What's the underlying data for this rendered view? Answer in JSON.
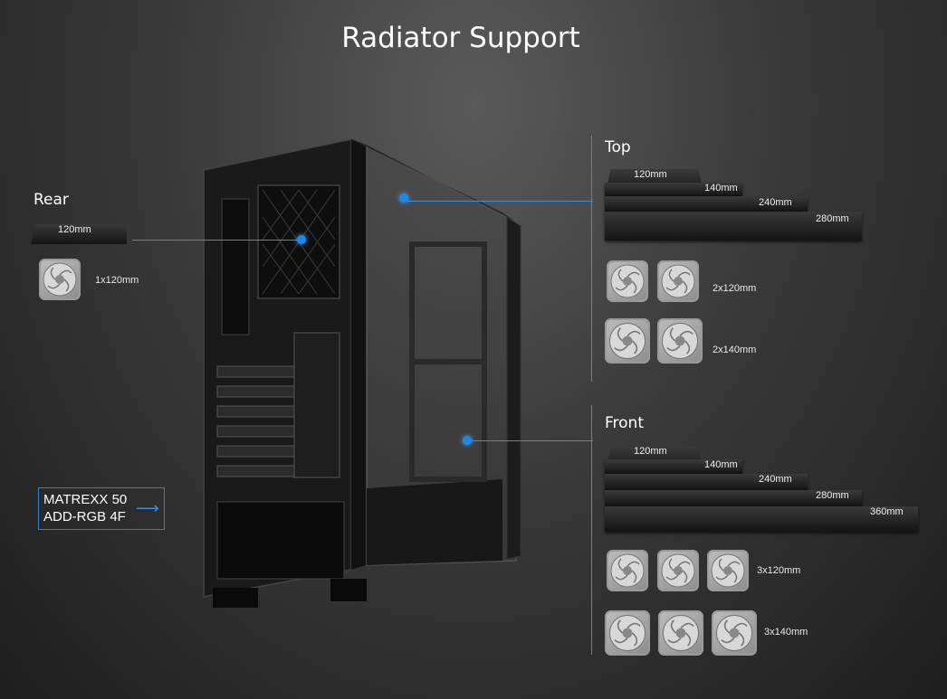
{
  "title": "Radiator Support",
  "model": {
    "line1": "MATREXX 50",
    "line2": "ADD-RGB 4F"
  },
  "rear": {
    "label": "Rear",
    "bars": [
      "120mm"
    ],
    "fan_config": "1x120mm"
  },
  "top": {
    "label": "Top",
    "bars": [
      "120mm",
      "140mm",
      "240mm",
      "280mm"
    ],
    "fan_configs": [
      "2x120mm",
      "2x140mm"
    ]
  },
  "front": {
    "label": "Front",
    "bars": [
      "120mm",
      "140mm",
      "240mm",
      "280mm",
      "360mm"
    ],
    "fan_configs": [
      "3x120mm",
      "3x140mm"
    ]
  },
  "colors": {
    "accent": "#3b8fd6",
    "dot": "#1e88e5"
  }
}
